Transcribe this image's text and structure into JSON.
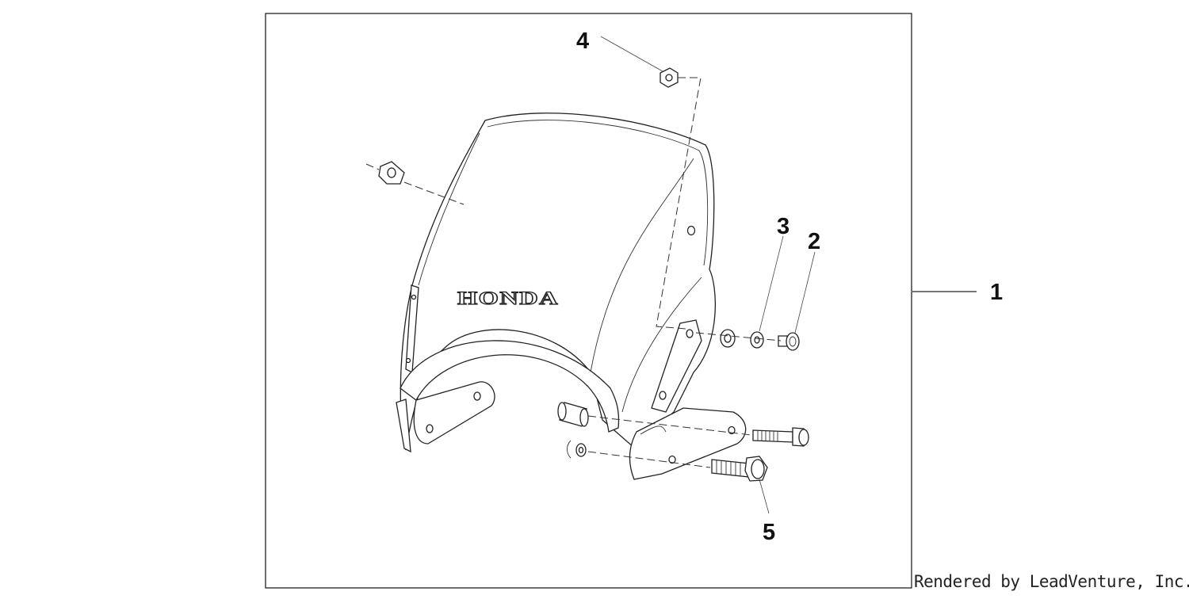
{
  "callouts": {
    "part_1": "1",
    "part_2": "2",
    "part_3": "3",
    "part_4": "4",
    "part_5": "5"
  },
  "windscreen_logo": "HONDA",
  "credit": "Rendered by LeadVenture, Inc.",
  "colors": {
    "line": "#222222",
    "background": "#ffffff"
  }
}
